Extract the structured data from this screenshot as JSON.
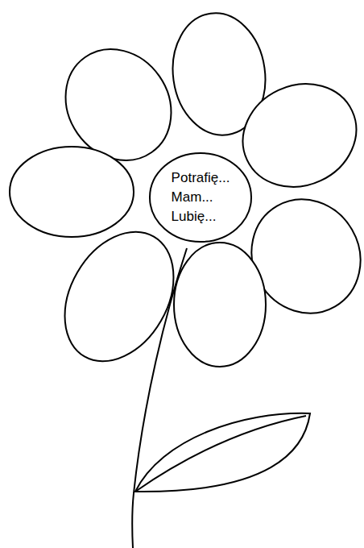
{
  "diagram": {
    "nodes": [
      {
        "text": [
          "Potrafię...",
          "Mam...",
          "Lubię..."
        ]
      }
    ]
  }
}
